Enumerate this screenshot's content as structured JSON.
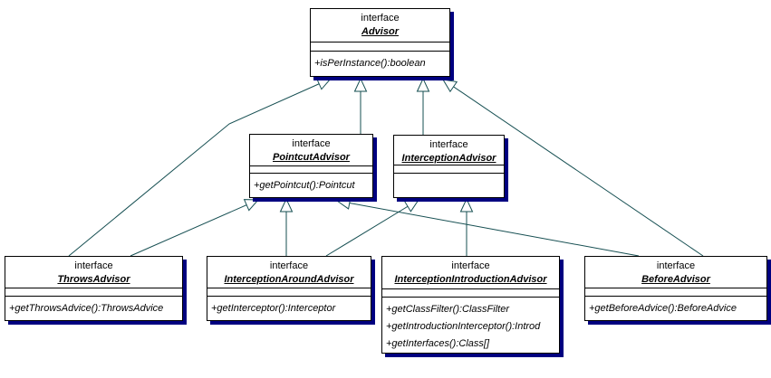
{
  "diagram": {
    "type": "uml-class-diagram",
    "colors": {
      "background": "#ffffff",
      "box_border": "#000000",
      "box_shadow": "#000080",
      "connector": "#164f52",
      "text": "#000000"
    },
    "classes": {
      "advisor": {
        "stereotype": "interface",
        "name": "Advisor",
        "operations": [
          "+isPerInstance():boolean"
        ]
      },
      "pointcut_advisor": {
        "stereotype": "interface",
        "name": "PointcutAdvisor",
        "operations": [
          "+getPointcut():Pointcut"
        ]
      },
      "interception_advisor": {
        "stereotype": "interface",
        "name": "InterceptionAdvisor",
        "operations": []
      },
      "throws_advisor": {
        "stereotype": "interface",
        "name": "ThrowsAdvisor",
        "operations": [
          "+getThrowsAdvice():ThrowsAdvice"
        ]
      },
      "interception_around_advisor": {
        "stereotype": "interface",
        "name": "InterceptionAroundAdvisor",
        "operations": [
          "+getInterceptor():Interceptor"
        ]
      },
      "interception_introduction_advisor": {
        "stereotype": "interface",
        "name": "InterceptionIntroductionAdvisor",
        "operations": [
          "+getClassFilter():ClassFilter",
          "+getIntroductionInterceptor():Introd",
          "+getInterfaces():Class[]"
        ]
      },
      "before_advisor": {
        "stereotype": "interface",
        "name": "BeforeAdvisor",
        "operations": [
          "+getBeforeAdvice():BeforeAdvice"
        ]
      }
    },
    "relationships": [
      {
        "from": "ThrowsAdvisor",
        "to": "Advisor",
        "type": "generalization"
      },
      {
        "from": "ThrowsAdvisor",
        "to": "PointcutAdvisor",
        "type": "generalization"
      },
      {
        "from": "InterceptionAroundAdvisor",
        "to": "PointcutAdvisor",
        "type": "generalization"
      },
      {
        "from": "InterceptionAroundAdvisor",
        "to": "InterceptionAdvisor",
        "type": "generalization"
      },
      {
        "from": "InterceptionIntroductionAdvisor",
        "to": "InterceptionAdvisor",
        "type": "generalization"
      },
      {
        "from": "PointcutAdvisor",
        "to": "Advisor",
        "type": "generalization"
      },
      {
        "from": "InterceptionAdvisor",
        "to": "Advisor",
        "type": "generalization"
      },
      {
        "from": "BeforeAdvisor",
        "to": "Advisor",
        "type": "generalization"
      },
      {
        "from": "BeforeAdvisor",
        "to": "PointcutAdvisor",
        "type": "generalization"
      }
    ]
  }
}
